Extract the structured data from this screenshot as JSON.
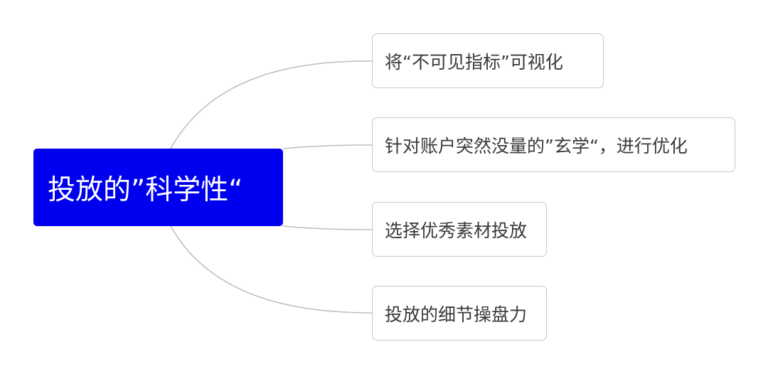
{
  "mindmap": {
    "root": {
      "label": "投放的”科学性“",
      "color": "#0000ee"
    },
    "branches": [
      {
        "label": "将“不可见指标”可视化"
      },
      {
        "label": "针对账户突然没量的”玄学“，进行优化"
      },
      {
        "label": "选择优秀素材投放"
      },
      {
        "label": "投放的细节操盘力"
      }
    ],
    "connector_color": "#bdbdbd"
  }
}
